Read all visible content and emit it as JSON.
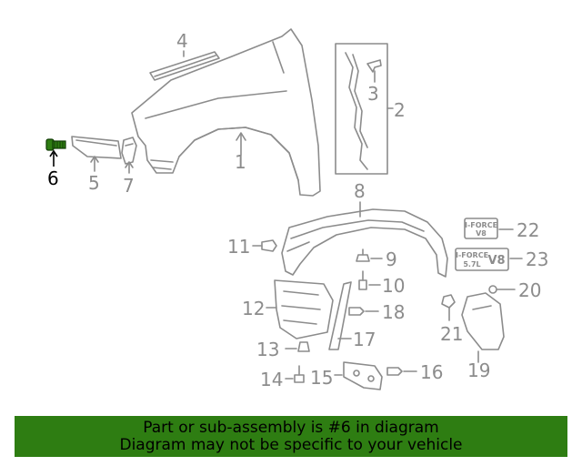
{
  "diagram": {
    "callouts": [
      {
        "id": "1",
        "label": "1"
      },
      {
        "id": "2",
        "label": "2"
      },
      {
        "id": "3",
        "label": "3"
      },
      {
        "id": "4",
        "label": "4"
      },
      {
        "id": "5",
        "label": "5"
      },
      {
        "id": "6",
        "label": "6"
      },
      {
        "id": "7",
        "label": "7"
      },
      {
        "id": "8",
        "label": "8"
      },
      {
        "id": "9",
        "label": "9"
      },
      {
        "id": "10",
        "label": "10"
      },
      {
        "id": "11",
        "label": "11"
      },
      {
        "id": "12",
        "label": "12"
      },
      {
        "id": "13",
        "label": "13"
      },
      {
        "id": "14",
        "label": "14"
      },
      {
        "id": "15",
        "label": "15"
      },
      {
        "id": "16",
        "label": "16"
      },
      {
        "id": "17",
        "label": "17"
      },
      {
        "id": "18",
        "label": "18"
      },
      {
        "id": "19",
        "label": "19"
      },
      {
        "id": "20",
        "label": "20"
      },
      {
        "id": "21",
        "label": "21"
      },
      {
        "id": "22",
        "label": "22"
      },
      {
        "id": "23",
        "label": "23"
      }
    ],
    "highlighted_part": "6",
    "badges": {
      "badge22_line1": "I-FORCE",
      "badge22_line2": "V8",
      "badge23_line1": "I-FORCE",
      "badge23_line2": "5.7L",
      "badge23_line3": "V8"
    },
    "colors": {
      "line": "#8c8c8c",
      "highlight": "#2e7d12",
      "banner": "#2e7d12"
    }
  },
  "banner": {
    "line1": "Part or sub-assembly is #6 in diagram",
    "line2": "Diagram may not be specific to your vehicle"
  }
}
